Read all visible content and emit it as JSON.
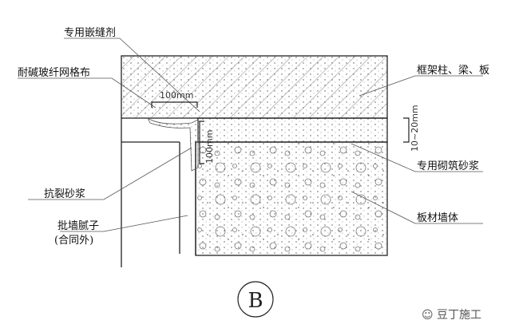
{
  "labels": {
    "sealant": "专用嵌缝剂",
    "mesh": "耐碱玻纤网格布",
    "frame": "框架柱、梁、板",
    "masonry_mortar": "专用砌筑砂浆",
    "crack_mortar": "抗裂砂浆",
    "putty": "批墙腻子",
    "putty_note": "(合同外)",
    "board_wall": "板材墙体"
  },
  "dimensions": {
    "mesh_width": "100mm",
    "joint_height": "10~20mm",
    "mesh_height": "100mm"
  },
  "detail_mark": "B",
  "watermark": "豆丁施工"
}
